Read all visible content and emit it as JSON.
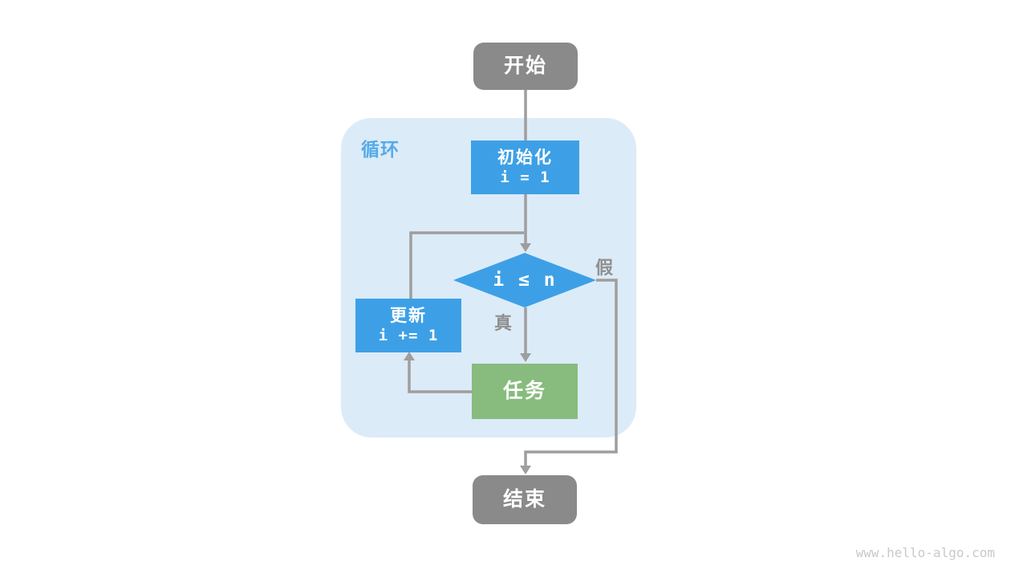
{
  "colors": {
    "node-blue": "#3da0e6",
    "node-green": "#87bc7e",
    "node-gray": "#8a8a8a",
    "container-bg": "#dcebf8",
    "edge-gray": "#9e9e9e",
    "edge-label-gray": "#8f8f8f",
    "loop-label-blue": "#55abe6",
    "watermark-gray": "#c9c9c9"
  },
  "flowchart": {
    "loop_region_label": "循环",
    "nodes": {
      "start": {
        "label": "开始"
      },
      "init": {
        "label": "初始化",
        "code": "i = 1"
      },
      "condition": {
        "code": "i ≤ n"
      },
      "update": {
        "label": "更新",
        "code": "i += 1"
      },
      "task": {
        "label": "任务"
      },
      "end": {
        "label": "结束"
      }
    },
    "edge_labels": {
      "true": "真",
      "false": "假"
    }
  },
  "watermark": "www.hello-algo.com"
}
